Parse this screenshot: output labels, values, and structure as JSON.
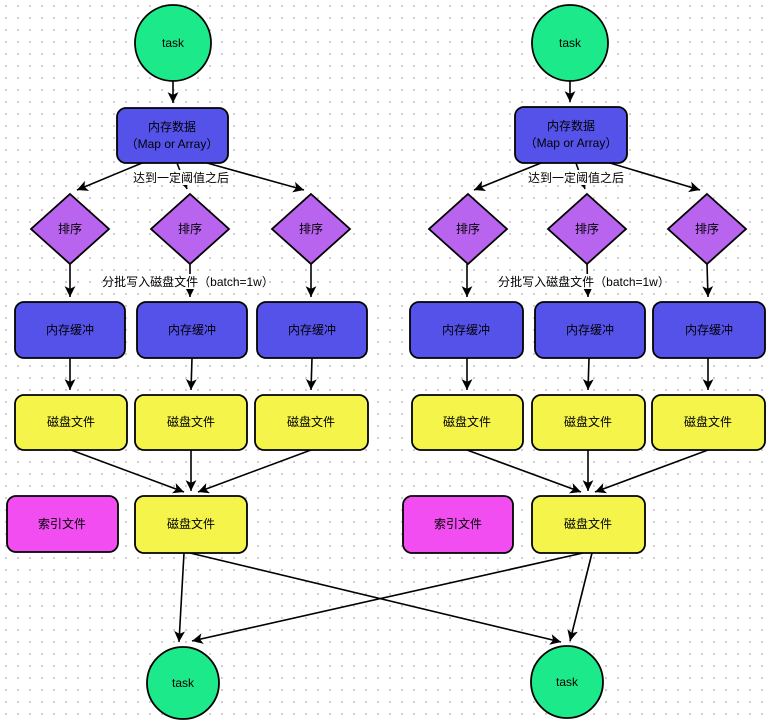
{
  "diagram": {
    "node_labels": {
      "task": "task",
      "memory_data_line1": "内存数据",
      "memory_data_line2": "（Map or Array）",
      "sort": "排序",
      "memory_buffer": "内存缓冲",
      "disk_file": "磁盘文件",
      "index_file": "索引文件"
    },
    "edge_labels": {
      "threshold": "达到一定阈值之后",
      "batch_write": "分批写入磁盘文件（batch=1w）"
    },
    "colors": {
      "task_fill": "#1CE98A",
      "memory_fill": "#5552EA",
      "sort_fill": "#B964EF",
      "disk_fill": "#F4F44A",
      "index_fill": "#F14DF0",
      "stroke": "#000000",
      "grid_dot": "#CFCFCF"
    }
  }
}
